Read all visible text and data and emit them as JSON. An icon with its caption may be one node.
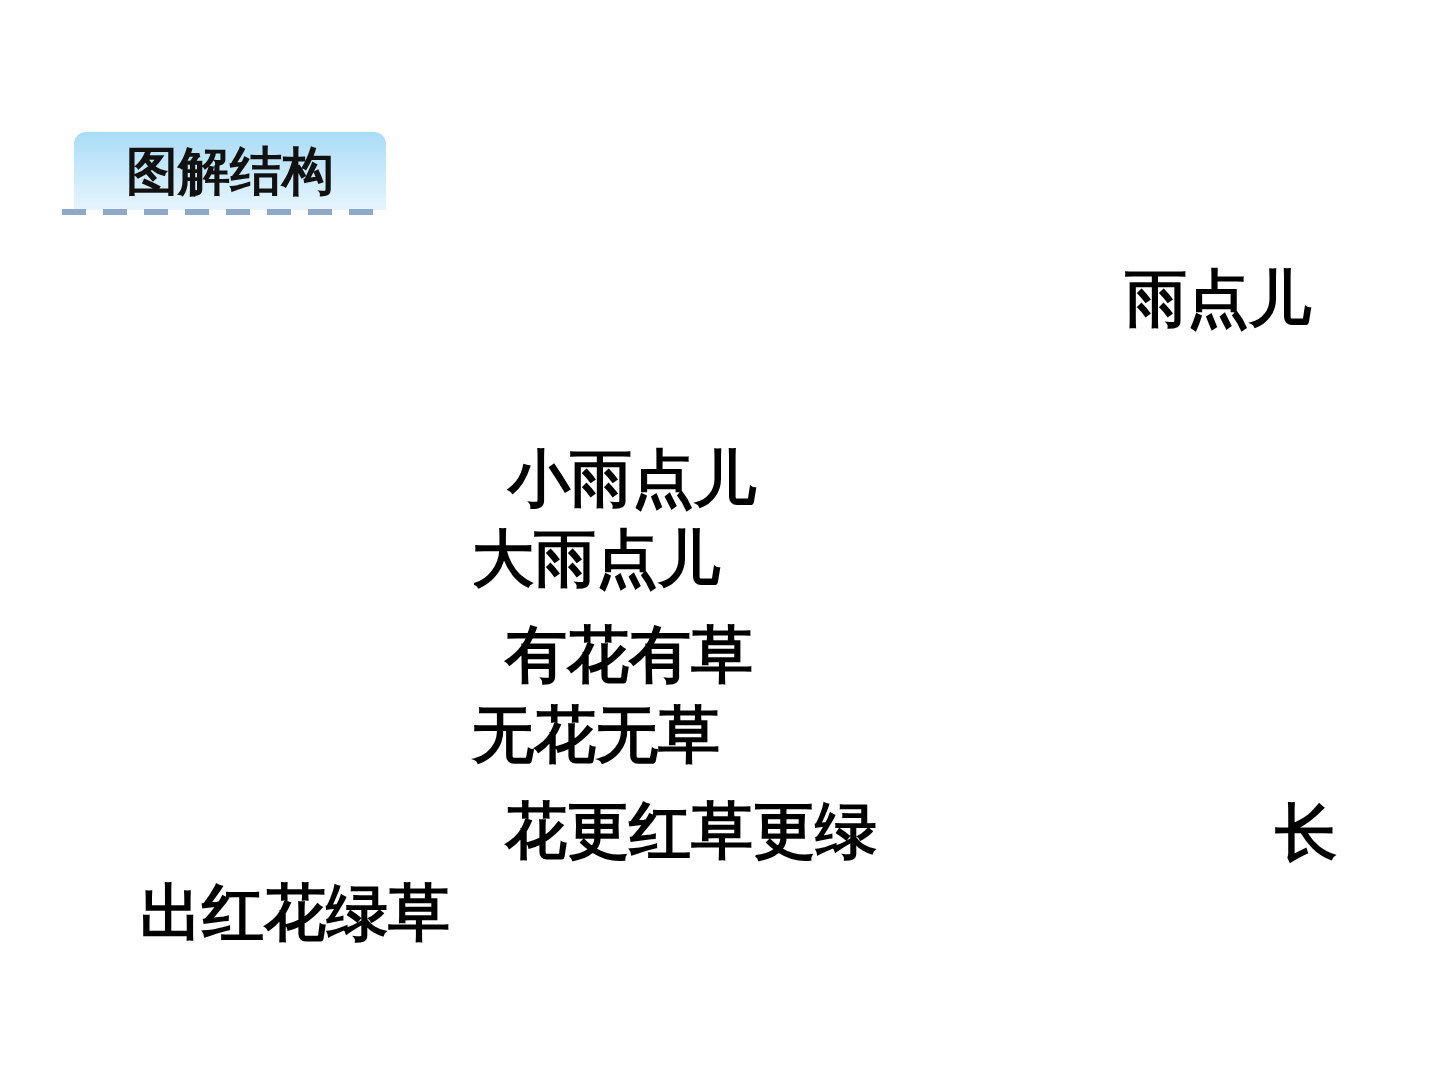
{
  "diagram": {
    "title": "图解结构",
    "labels": [
      "雨点儿",
      "小雨点儿",
      "大雨点儿",
      "有花有草",
      "无花无草",
      "花更红草更绿",
      "长",
      "出红花绿草"
    ]
  }
}
